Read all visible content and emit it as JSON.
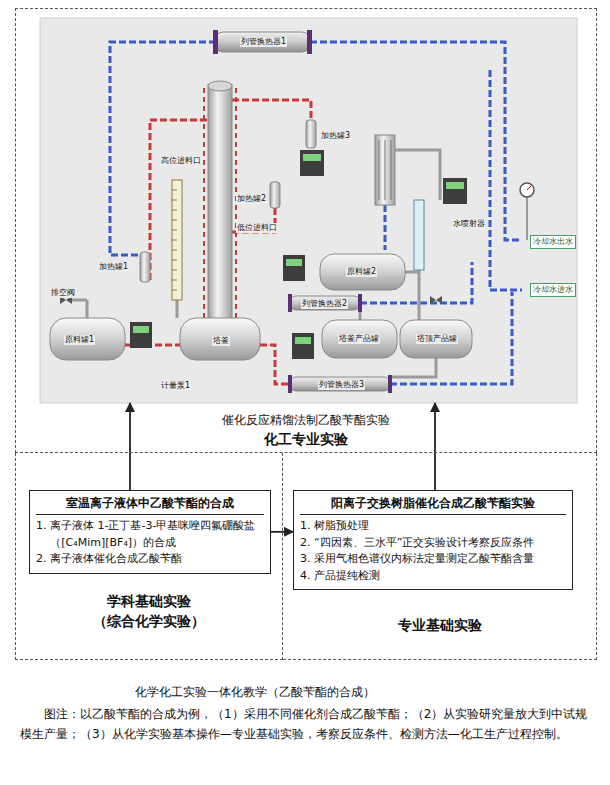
{
  "diagram": {
    "title": "化学化工实验一体化教学（乙酸苄酯的合成）",
    "caption": "图注：以乙酸苄酯的合成为例，（1）采用不同催化剂合成乙酸苄酯；（2）从实验研究量放大到中试规模生产量；（3）从化学实验基本操作—专业基础实验，考察反应条件、检测方法—化工生产过程控制。",
    "nodes": [
      {
        "text": [
          "催化反应精馏法制乙酸苄酯实验",
          "化工专业实验"
        ]
      },
      {
        "text": [
          "学科基础实验 （综合化学实验）"
        ]
      },
      {
        "text": [
          "室温离子液体中乙酸苄酯的合成",
          "1. 离子液体 1-正丁基-3-甲基咪唑四氟硼酸盐（[C₄Mim][BF₄]）的合成",
          "2. 离子液体催化合成乙酸苄酯"
        ],
        "in": 1
      },
      {
        "text": [
          "专业基础实验"
        ]
      },
      {
        "text": [
          "阳离子交换树脂催化合成乙酸苄酯实验",
          "1. 树脂预处理",
          "2. “四因素、三水平”正交实验设计考察反应条件",
          "3. 采用气相色谱仪内标法定量测定乙酸苄酯含量",
          "4. 产品提纯检测"
        ],
        "in": 3
      }
    ],
    "edges": [
      {
        "from": 2,
        "to": 4,
        "arrow": "to"
      },
      {
        "from": 2,
        "to": 0,
        "arrow": "to"
      },
      {
        "from": 4,
        "to": 0,
        "arrow": "to"
      }
    ],
    "labels": [
      "列管换热器1",
      "高位进料口",
      "加热罐3",
      "加热罐2",
      "低位进料口",
      "加热罐1",
      "排空阀",
      "原料罐1",
      "计量泵1",
      "塔釜",
      "原料罐2",
      "列管换热器2",
      "塔釜产品罐",
      "塔顶产品罐",
      "列管换热器3",
      "水喷射器",
      "冷却水出水",
      "冷却水进水"
    ]
  }
}
